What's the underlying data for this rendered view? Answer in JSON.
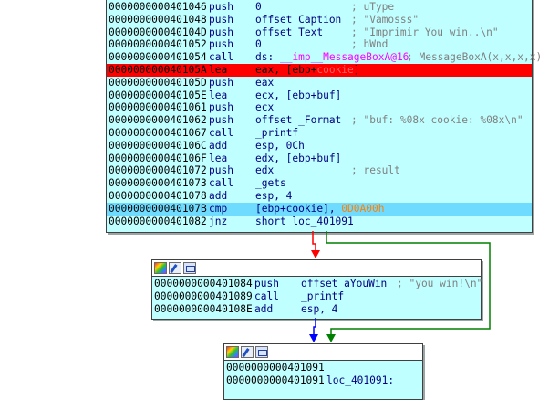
{
  "main_block": {
    "lines": [
      {
        "addr": "0000000000401046",
        "mnem": "push",
        "ops": "0",
        "cmt": "; uType"
      },
      {
        "addr": "0000000000401048",
        "mnem": "push",
        "ops": "offset Caption",
        "cmt": "; \"Vamosss\""
      },
      {
        "addr": "000000000040104D",
        "mnem": "push",
        "ops": "offset Text",
        "cmt": "; \"Imprimir You win..\\n\""
      },
      {
        "addr": "0000000000401052",
        "mnem": "push",
        "ops": "0",
        "cmt": "; hWnd"
      },
      {
        "addr": "0000000000401054",
        "mnem": "call",
        "ops_prefix": "ds:",
        "ops_pink": "__imp__MessageBoxA@16",
        "cmt": "; MessageBoxA(x,x,x,x)"
      },
      {
        "addr": "000000000040105A",
        "mnem": "lea",
        "ops": "eax, [ebp+",
        "ops_red": "cookie",
        "ops_suffix": "]"
      },
      {
        "addr": "000000000040105D",
        "mnem": "push",
        "ops": "eax"
      },
      {
        "addr": "000000000040105E",
        "mnem": "lea",
        "ops": "ecx, [ebp+buf]"
      },
      {
        "addr": "0000000000401061",
        "mnem": "push",
        "ops": "ecx"
      },
      {
        "addr": "0000000000401062",
        "mnem": "push",
        "ops": "offset _Format",
        "cmt": "; \"buf: %08x cookie: %08x\\n\""
      },
      {
        "addr": "0000000000401067",
        "mnem": "call",
        "ops": "_printf"
      },
      {
        "addr": "000000000040106C",
        "mnem": "add",
        "ops": "esp, 0Ch"
      },
      {
        "addr": "000000000040106F",
        "mnem": "lea",
        "ops": "edx, [ebp+buf]"
      },
      {
        "addr": "0000000000401072",
        "mnem": "push",
        "ops": "edx",
        "cmt": "; result"
      },
      {
        "addr": "0000000000401073",
        "mnem": "call",
        "ops": "_gets"
      },
      {
        "addr": "0000000000401078",
        "mnem": "add",
        "ops": "esp, 4"
      },
      {
        "addr": "000000000040107B",
        "mnem": "cmp",
        "ops": "[ebp+cookie], ",
        "ops_orange": "0D0A00h"
      },
      {
        "addr": "0000000000401082",
        "mnem": "jnz",
        "ops": "short loc_401091"
      }
    ]
  },
  "win_block": {
    "lines": [
      {
        "addr": "0000000000401084",
        "mnem": "push",
        "ops": "offset aYouWin",
        "cmt": "; \"you win!\\n\""
      },
      {
        "addr": "0000000000401089",
        "mnem": "call",
        "ops": "_printf"
      },
      {
        "addr": "000000000040108E",
        "mnem": "add",
        "ops": "esp, 4"
      }
    ]
  },
  "next_block": {
    "lines": [
      {
        "addr": "0000000000401091",
        "label": ""
      },
      {
        "addr": "0000000000401091",
        "label": "loc_401091:"
      }
    ]
  },
  "header_icons": [
    "palette-icon",
    "pen-icon",
    "graph-icon"
  ],
  "colors": {
    "node_bg": "#c0ffff",
    "highlight_red": "#ff0000",
    "highlight_blue": "#6fdcff",
    "edge_false": "#ff0000",
    "edge_true": "#008000",
    "edge_plain": "#0000ff"
  }
}
